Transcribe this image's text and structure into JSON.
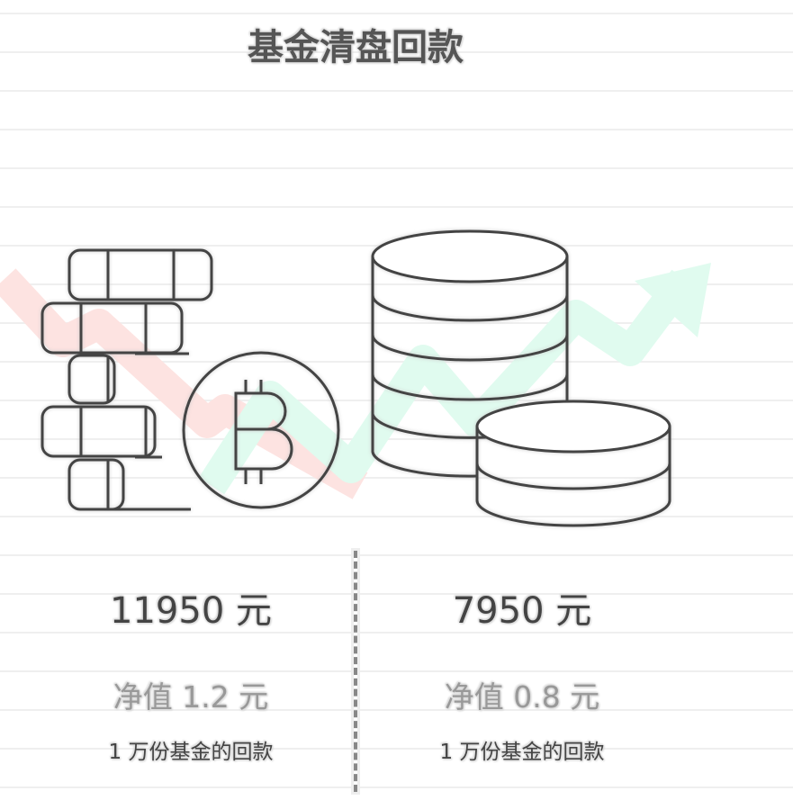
{
  "title": "基金清盘回款",
  "left": {
    "amount": "11950 元",
    "nav": "净值 1.2 元",
    "desc": "1 万份基金的回款"
  },
  "right": {
    "amount": "7950 元",
    "nav": "净值 0.8 元",
    "desc": "1 万份基金的回款"
  },
  "colors": {
    "down_arrow": "#fde3e1",
    "up_arrow": "#e0fbef",
    "stroke": "#444444",
    "text": "#444444",
    "muted": "#999999"
  },
  "icons": [
    "coin-stack-icon",
    "bitcoin-icon",
    "coin-cylinder-icon",
    "trend-down-arrow-icon",
    "trend-up-arrow-icon"
  ]
}
